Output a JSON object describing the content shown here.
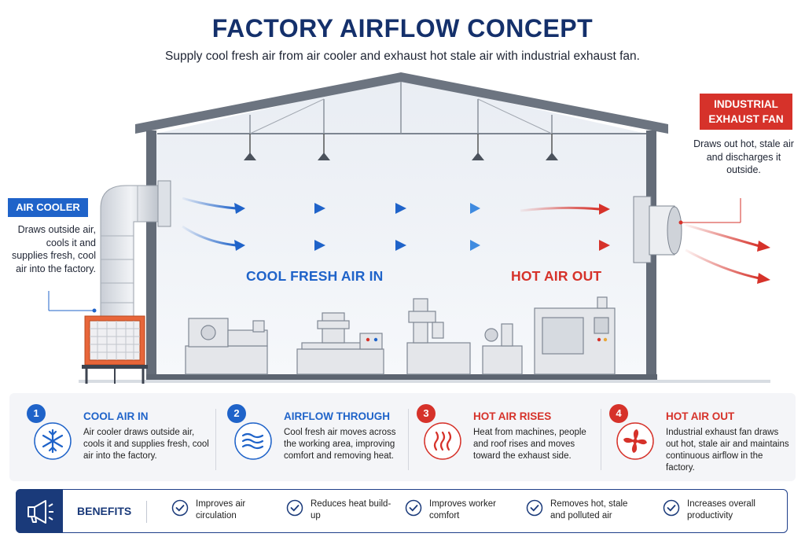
{
  "title": "FACTORY AIRFLOW CONCEPT",
  "subtitle": "Supply cool fresh air from air cooler and exhaust hot stale air with industrial exhaust fan.",
  "air_cooler": {
    "tag": "AIR COOLER",
    "description": "Draws outside air, cools it and supplies fresh, cool air into the factory."
  },
  "exhaust_fan": {
    "tag_line1": "INDUSTRIAL",
    "tag_line2": "EXHAUST FAN",
    "description": "Draws out hot, stale air and discharges it outside."
  },
  "flow": {
    "cool_label": "COOL FRESH AIR IN",
    "hot_label": "HOT AIR OUT"
  },
  "steps": [
    {
      "num": "1",
      "title": "COOL AIR IN",
      "text": "Air cooler draws outside air, cools it and supplies fresh, cool air into the factory.",
      "icon": "snowflake-icon"
    },
    {
      "num": "2",
      "title": "AIRFLOW THROUGH",
      "text": "Cool fresh air moves across the working area, improving comfort and removing heat.",
      "icon": "wind-waves-icon"
    },
    {
      "num": "3",
      "title": "HOT AIR RISES",
      "text": "Heat from machines, people and roof rises and moves toward the exhaust side.",
      "icon": "heat-waves-icon"
    },
    {
      "num": "4",
      "title": "HOT AIR OUT",
      "text": "Industrial exhaust fan draws out hot, stale air and maintains continuous airflow in the factory.",
      "icon": "fan-icon"
    }
  ],
  "benefits": {
    "label": "BENEFITS",
    "items": [
      "Improves air circulation",
      "Reduces heat build-up",
      "Improves worker comfort",
      "Removes hot, stale and polluted air",
      "Increases overall productivity"
    ]
  },
  "colors": {
    "navy": "#14306b",
    "blue": "#1f63c9",
    "red": "#d6322a",
    "orange": "#e8663a"
  }
}
